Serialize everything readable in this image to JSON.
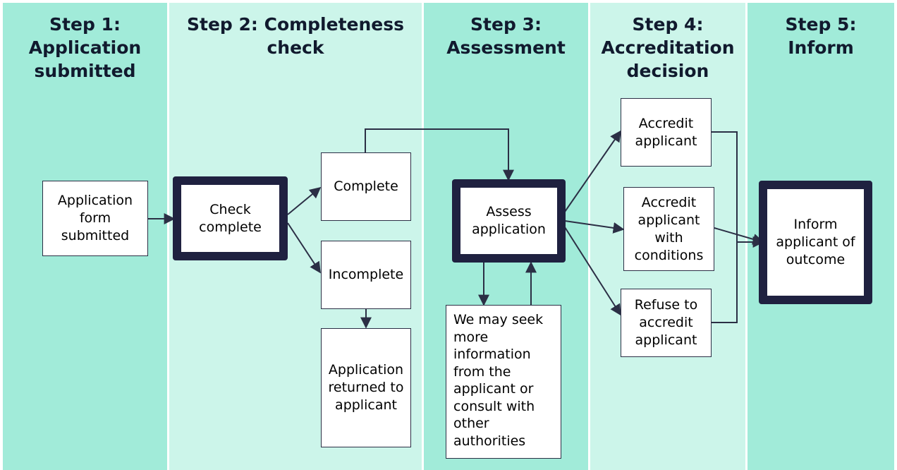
{
  "columns": [
    {
      "title": "Step 1:\nApplication\nsubmitted"
    },
    {
      "title": "Step 2: Completeness\ncheck"
    },
    {
      "title": "Step 3:\nAssessment"
    },
    {
      "title": "Step 4:\nAccreditation\ndecision"
    },
    {
      "title": "Step 5:\nInform"
    }
  ],
  "boxes": {
    "application_form": "Application\nform\nsubmitted",
    "check_complete": "Check\ncomplete",
    "complete": "Complete",
    "incomplete": "Incomplete",
    "returned": "Application\nreturned to\napplicant",
    "assess": "Assess\napplication",
    "seek_info": "We may seek\nmore\ninformation\nfrom the\napplicant or\nconsult with\nother\nauthorities",
    "accredit": "Accredit\napplicant",
    "accredit_conditions": "Accredit\napplicant\nwith\nconditions",
    "refuse": "Refuse to\naccredit\napplicant",
    "inform": "Inform\napplicant of\noutcome"
  },
  "colors": {
    "dark_column": "#a1ebd9",
    "light_column": "#ccf5ea",
    "line": "#2b2f45",
    "thick_border": "#1f2140"
  }
}
